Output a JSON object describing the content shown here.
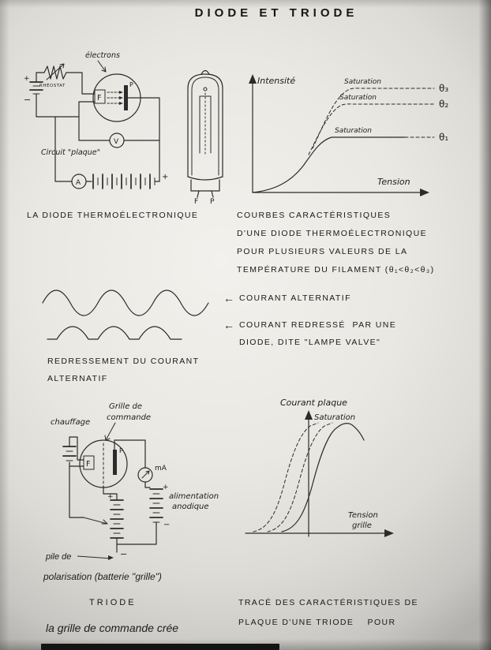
{
  "page": {
    "title": "DIODE ET TRIODE"
  },
  "signs": {
    "plus": "+",
    "minus": "−"
  },
  "diode": {
    "circuit": {
      "electrons": "électrons",
      "rheostat": "RHÉOSTAT",
      "filament": "F",
      "plate": "P",
      "voltmeter": "V",
      "ammeter": "A",
      "plaque_circuit": "Circuit \"plaque\"",
      "caption": "LA DIODE THERMOÉLECTRONIQUE"
    },
    "tube": {
      "pin_f": "F",
      "pin_p": "P"
    },
    "chart": {
      "y_axis": "Intensité",
      "x_axis": "Tension",
      "saturation": "Saturation",
      "theta3": "θ₃",
      "theta2": "θ₂",
      "theta1": "θ₁"
    },
    "description": [
      "COURBES CARACTÉRISTIQUES",
      "D'UNE DIODE THERMOÉLECTRONIQUE",
      "POUR PLUSIEURS VALEURS DE LA",
      "TEMPÉRATURE DU FILAMENT (θ₁<θ₂<θ₃)"
    ]
  },
  "rectification": {
    "alternatif": "COURANT ALTERNATIF",
    "redresse_line1": "COURANT REDRESSÉ  PAR UNE",
    "redresse_line2": "DIODE, DITE \"LAMPE VALVE\"",
    "caption_line1": "REDRESSEMENT DU COURANT",
    "caption_line2": "ALTERNATIF"
  },
  "triode": {
    "circuit": {
      "chauffage": "chauffage",
      "grille_line1": "Grille de",
      "grille_line2": "commande",
      "filament": "F",
      "plate": "P",
      "milliammeter": "mA",
      "alimentation_line1": "alimentation",
      "alimentation_line2": "anodique",
      "pile": "pile de",
      "polarisation": "polarisation (batterie \"grille\")",
      "caption": "TRIODE"
    },
    "chart": {
      "title": "Courant plaque",
      "saturation": "Saturation",
      "x_axis_line1": "Tension",
      "x_axis_line2": "grille"
    },
    "description_line1": "TRACÉ DES CARACTÉRISTIQUES DE",
    "description_line2": "PLAQUE D'UNE TRIODE    POUR",
    "footer": "la grille de commande crée"
  }
}
